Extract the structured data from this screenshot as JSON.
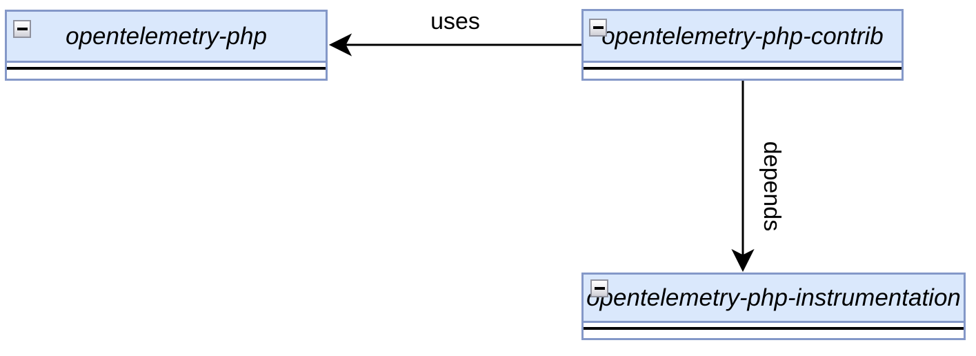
{
  "diagram": {
    "type": "uml-package-diagram",
    "background_color": "#ffffff",
    "colors": {
      "node_fill": "#dae8fc",
      "node_border": "#8498c8",
      "arrow": "#000000",
      "text": "#000000",
      "collapse_button_border": "#8f919d"
    },
    "nodes": [
      {
        "label": "opentelemetry-php",
        "collapse_icon": "minus-icon"
      },
      {
        "label": "opentelemetry-php-contrib",
        "collapse_icon": "minus-icon"
      },
      {
        "label": "opentelemetry-php-instrumentation",
        "collapse_icon": "minus-icon"
      }
    ],
    "edges": [
      {
        "label": "uses",
        "from": "opentelemetry-php-contrib",
        "to": "opentelemetry-php",
        "direction": "left"
      },
      {
        "label": "depends",
        "from": "opentelemetry-php-contrib",
        "to": "opentelemetry-php-instrumentation",
        "direction": "down"
      }
    ]
  }
}
